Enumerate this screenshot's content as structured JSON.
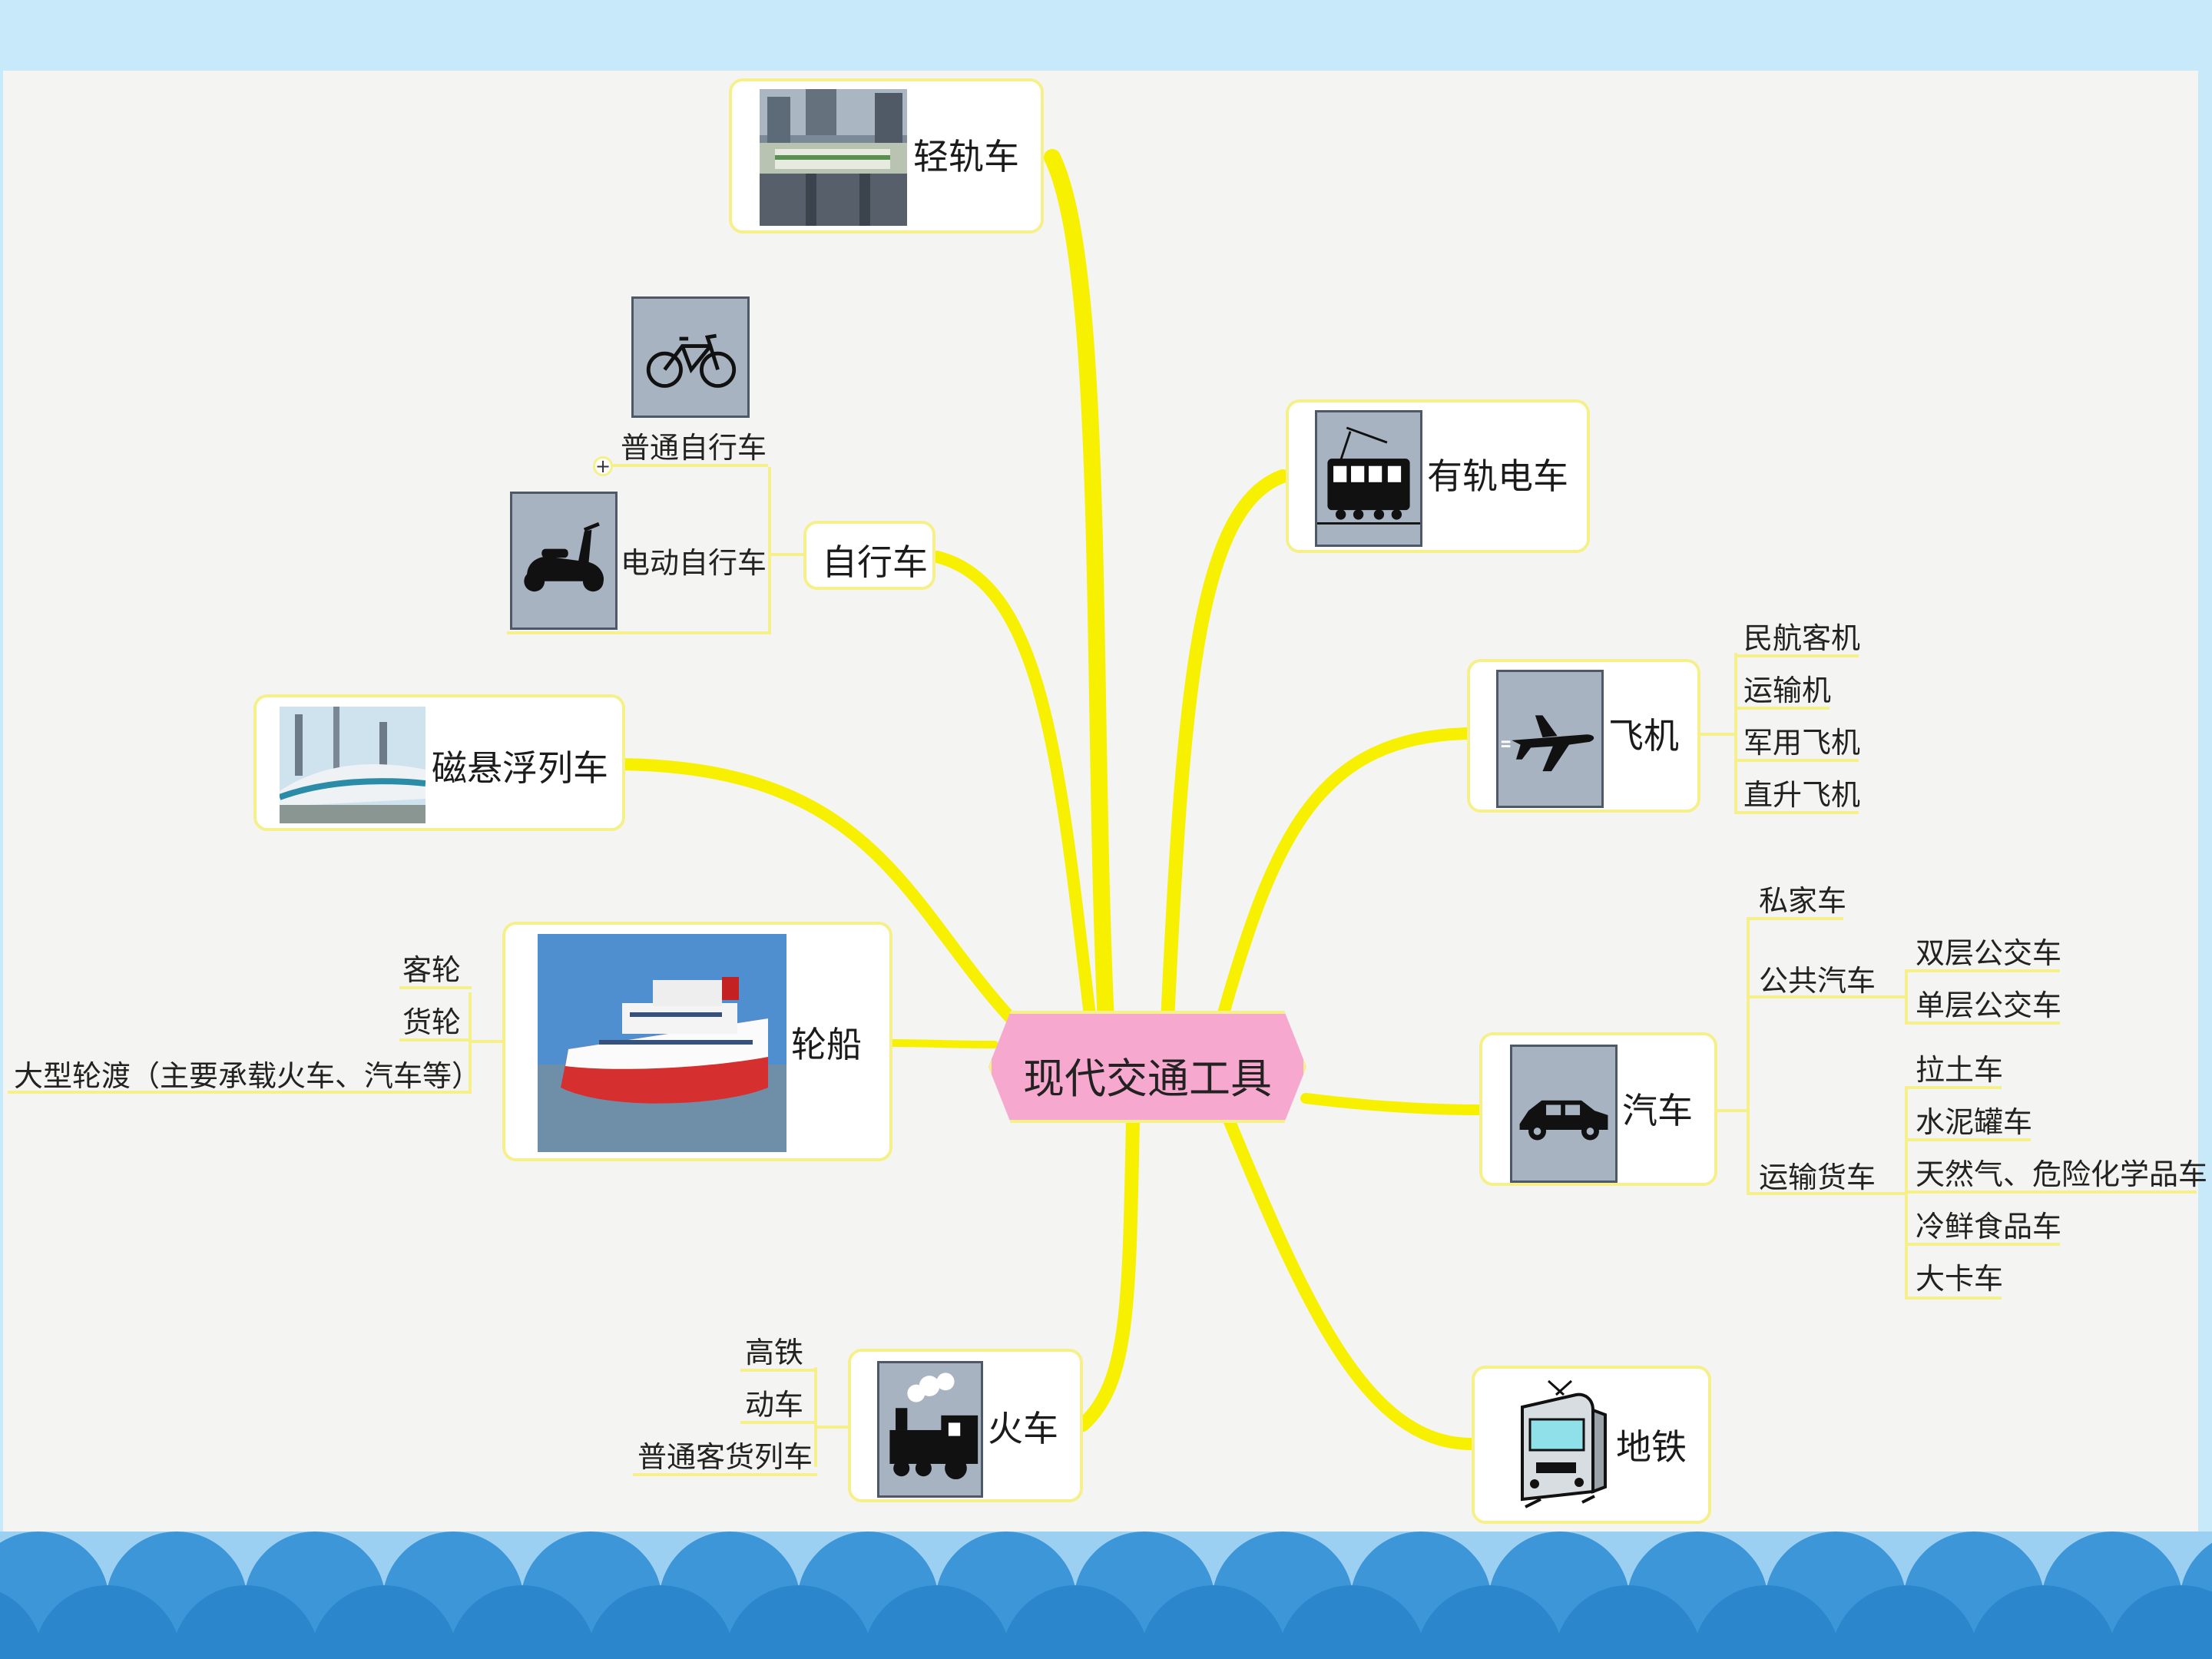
{
  "center": {
    "label": "现代交通工具"
  },
  "nodes": {
    "light_rail": {
      "label": "轻轨车"
    },
    "tram": {
      "label": "有轨电车"
    },
    "bicycle": {
      "label": "自行车",
      "children": [
        "普通自行车",
        "电动自行车"
      ]
    },
    "maglev": {
      "label": "磁悬浮列车"
    },
    "ship": {
      "label": "轮船",
      "children": [
        "客轮",
        "货轮",
        "大型轮渡（主要承载火车、汽车等）"
      ]
    },
    "train": {
      "label": "火车",
      "children": [
        "高铁",
        "动车",
        "普通客货列车"
      ]
    },
    "airplane": {
      "label": "飞机",
      "children": [
        "民航客机",
        "运输机",
        "军用飞机",
        "直升飞机"
      ]
    },
    "car": {
      "label": "汽车",
      "private": "私家车",
      "bus": {
        "label": "公共汽车",
        "children": [
          "双层公交车",
          "单层公交车"
        ]
      },
      "truck": {
        "label": "运输货车",
        "children": [
          "拉土车",
          "水泥罐车",
          "天然气、危险化学品车",
          "冷鲜食品车",
          "大卡车"
        ]
      }
    },
    "subway": {
      "label": "地铁"
    }
  },
  "colors": {
    "branch": "#f7f000",
    "node_border": "#f6f08a",
    "center_fill": "#f7a8cf",
    "background": "#f4f4f2",
    "frame": "#c7e9fa",
    "waves_front": "#2b86cc",
    "waves_back": "#3d96d8"
  },
  "icons": [
    "light-rail-photo",
    "tram-icon",
    "bicycle-icon",
    "scooter-icon",
    "maglev-photo",
    "ship-photo",
    "steam-train-icon",
    "airplane-icon",
    "car-icon",
    "subway-icon"
  ]
}
